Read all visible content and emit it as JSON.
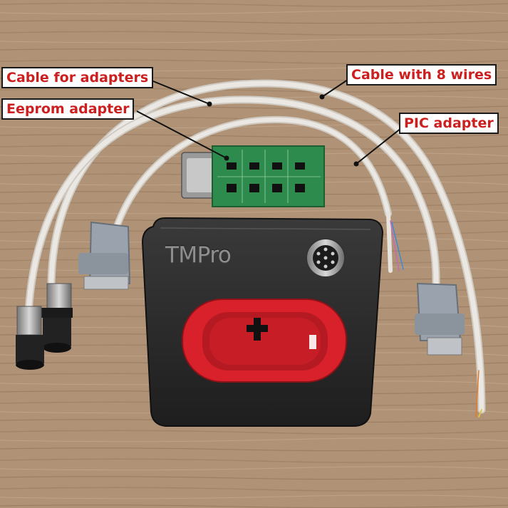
{
  "labels": {
    "cable_for_adapters": "Cable for adapters",
    "eeprom_adapter": "Eeprom adapter",
    "cable_with_8_wires": "Cable with 8 wires",
    "pic_adapter": "PIC adapter"
  },
  "device": {
    "brand": "TMPro",
    "body_color": "#2b2b2b",
    "socket_color": "#d8212a"
  },
  "colors": {
    "label_text": "#cc1f1f",
    "label_border": "#1a1a1a",
    "background_wood": "#b89a7c",
    "cable": "#e9e7e2",
    "pcb": "#2e8b4e"
  }
}
